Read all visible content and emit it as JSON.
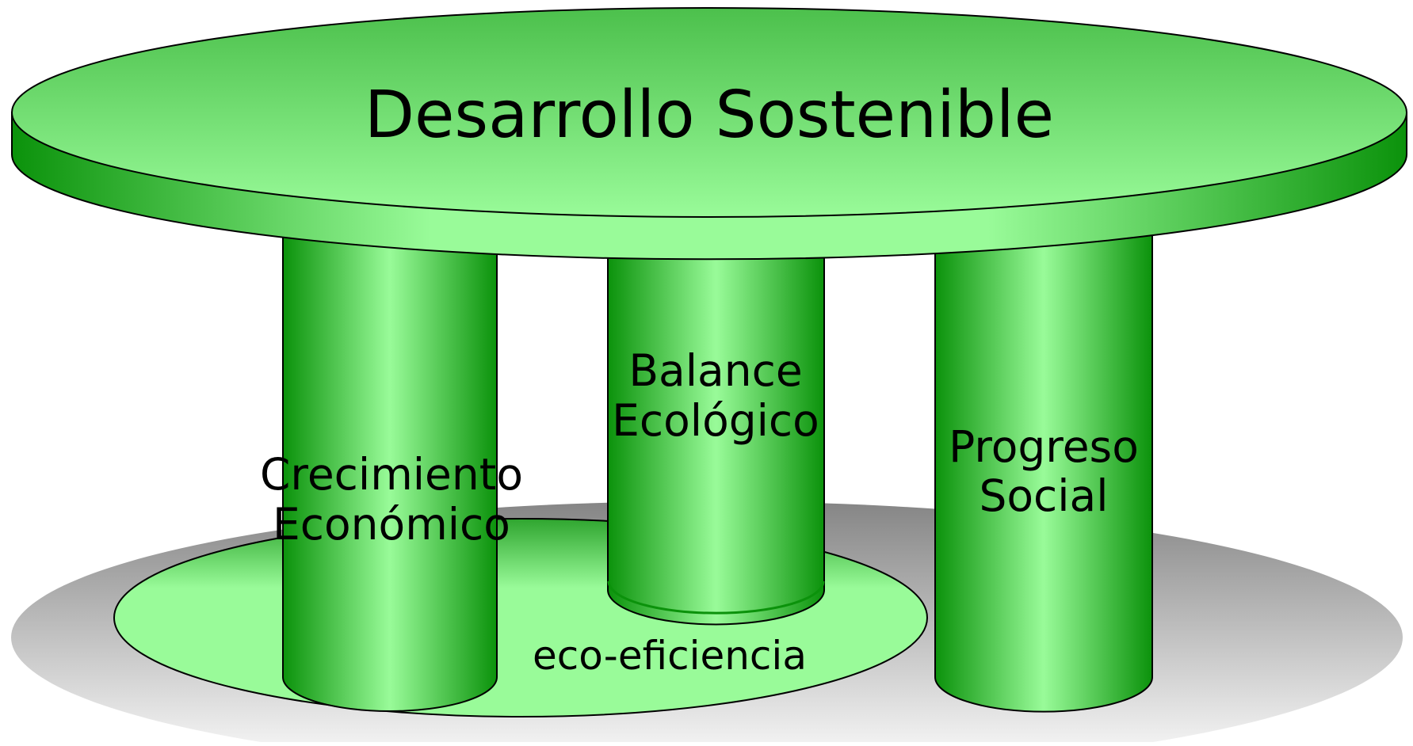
{
  "diagram": {
    "title": "Desarrollo Sostenible",
    "pillars": [
      {
        "lines": [
          "Crecimiento",
          "Económico"
        ]
      },
      {
        "lines": [
          "Balance",
          "Ecológico"
        ]
      },
      {
        "lines": [
          "Progreso",
          "Social"
        ]
      }
    ],
    "base_label": "eco-eficiencia"
  },
  "colors": {
    "green_light": "#99fb99",
    "green_dark": "#0b920b",
    "outline": "#000000",
    "shadow_dark": "#858585",
    "shadow_light": "#ffffff"
  }
}
